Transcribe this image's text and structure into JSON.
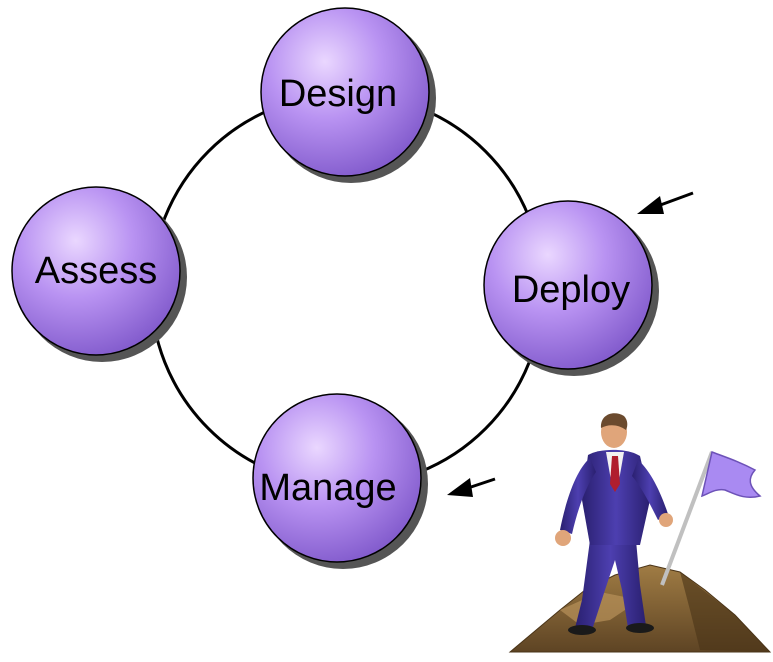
{
  "diagram": {
    "nodes": [
      {
        "id": "design",
        "label": "Design"
      },
      {
        "id": "deploy",
        "label": "Deploy"
      },
      {
        "id": "manage",
        "label": "Manage"
      },
      {
        "id": "assess",
        "label": "Assess"
      }
    ],
    "colors": {
      "node_fill_light": "#e3c8ff",
      "node_fill_mid": "#b48cf0",
      "node_fill_dark": "#7a52c7",
      "node_shadow": "#555555",
      "cycle_line": "#000000",
      "arrow": "#000000",
      "flag": "#a98af2",
      "suit": "#3a2e8a",
      "rock": "#8a6a3c"
    },
    "illustration": "businessman-with-flag-on-summit"
  }
}
